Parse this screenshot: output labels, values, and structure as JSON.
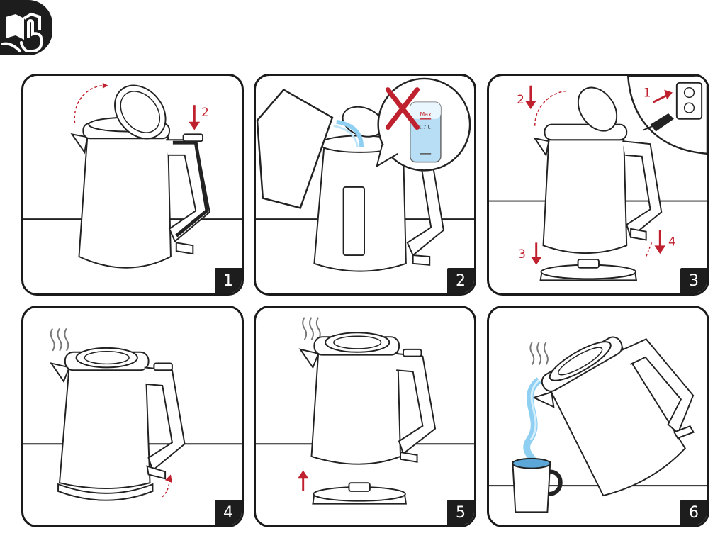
{
  "header": {
    "icon": "manual-hand-book-icon"
  },
  "colors": {
    "accent": "#c0212e",
    "stroke": "#1a1a1a",
    "water": "#8fd0f2"
  },
  "steps": [
    {
      "number": "1",
      "callouts": [
        "2"
      ]
    },
    {
      "number": "2",
      "gauge_max": "Max",
      "gauge_volume": "1.7 L"
    },
    {
      "number": "3",
      "callouts": [
        "1",
        "2",
        "3",
        "4"
      ]
    },
    {
      "number": "4"
    },
    {
      "number": "5"
    },
    {
      "number": "6"
    }
  ]
}
